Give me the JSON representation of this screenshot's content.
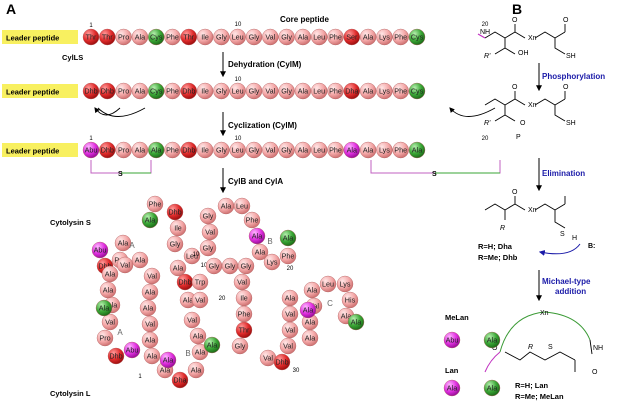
{
  "panel_a": {
    "label": "A",
    "core_title": "Core peptide",
    "leader": "Leader peptide",
    "cyl_name": "CylLS",
    "row1": [
      "Thr",
      "Thr",
      "Pro",
      "Ala",
      "Cys",
      "Phe",
      "Thr",
      "Ile",
      "Gly",
      "Leu",
      "Gly",
      "Val",
      "Gly",
      "Ala",
      "Leu",
      "Phe",
      "Ser",
      "Ala",
      "Lys",
      "Phe",
      "Cys"
    ],
    "row2": [
      "Dhb",
      "Dhb",
      "Pro",
      "Ala",
      "Cys",
      "Phe",
      "Dhb",
      "Ile",
      "Gly",
      "Leu",
      "Gly",
      "Val",
      "Gly",
      "Ala",
      "Leu",
      "Phe",
      "Dha",
      "Ala",
      "Lys",
      "Phe",
      "Cys"
    ],
    "row3": [
      "Abu",
      "Dhb",
      "Pro",
      "Ala",
      "Ala",
      "Phe",
      "Dhb",
      "Ile",
      "Gly",
      "Leu",
      "Gly",
      "Val",
      "Gly",
      "Ala",
      "Leu",
      "Phe",
      "Ala",
      "Ala",
      "Lys",
      "Phe",
      "Ala"
    ],
    "num_1": "1",
    "num_10": "10",
    "num_20": "20",
    "step1": "Dehydration (CylM)",
    "step2": "Cyclization (CylM)",
    "step3": "CylB and CylA",
    "sulfur": "S",
    "cytolysin_s": "Cytolysin S",
    "cytolysin_l": "Cytolysin L",
    "ring_a": "A",
    "ring_b": "B",
    "ring_c": "C",
    "num_30": "30"
  },
  "panel_b": {
    "label": "B",
    "step_phos": "Phosphorylation",
    "step_elim": "Elimination",
    "step_mich": "Michael-type addition",
    "elim_r1": "R=H; Dha",
    "elim_r2": "R=Me; Dhb",
    "final_r1": "R=H; Lan",
    "final_r2": "R=Me; MeLan",
    "melan": "MeLan",
    "lan": "Lan",
    "xn": "Xn",
    "oh": "OH",
    "sh": "SH",
    "nh": "NH",
    "h": "H",
    "base": "B:",
    "r": "R",
    "rp": "R'",
    "o": "O",
    "p": "P",
    "s": "S",
    "abu": "Abu",
    "ala": "Ala"
  },
  "colors": {
    "pink": "#f2a6a6",
    "red": "#e03030",
    "green": "#3aa635",
    "magenta": "#e030e0",
    "yellow": "#f8f060",
    "blue": "#1a1aa8"
  }
}
